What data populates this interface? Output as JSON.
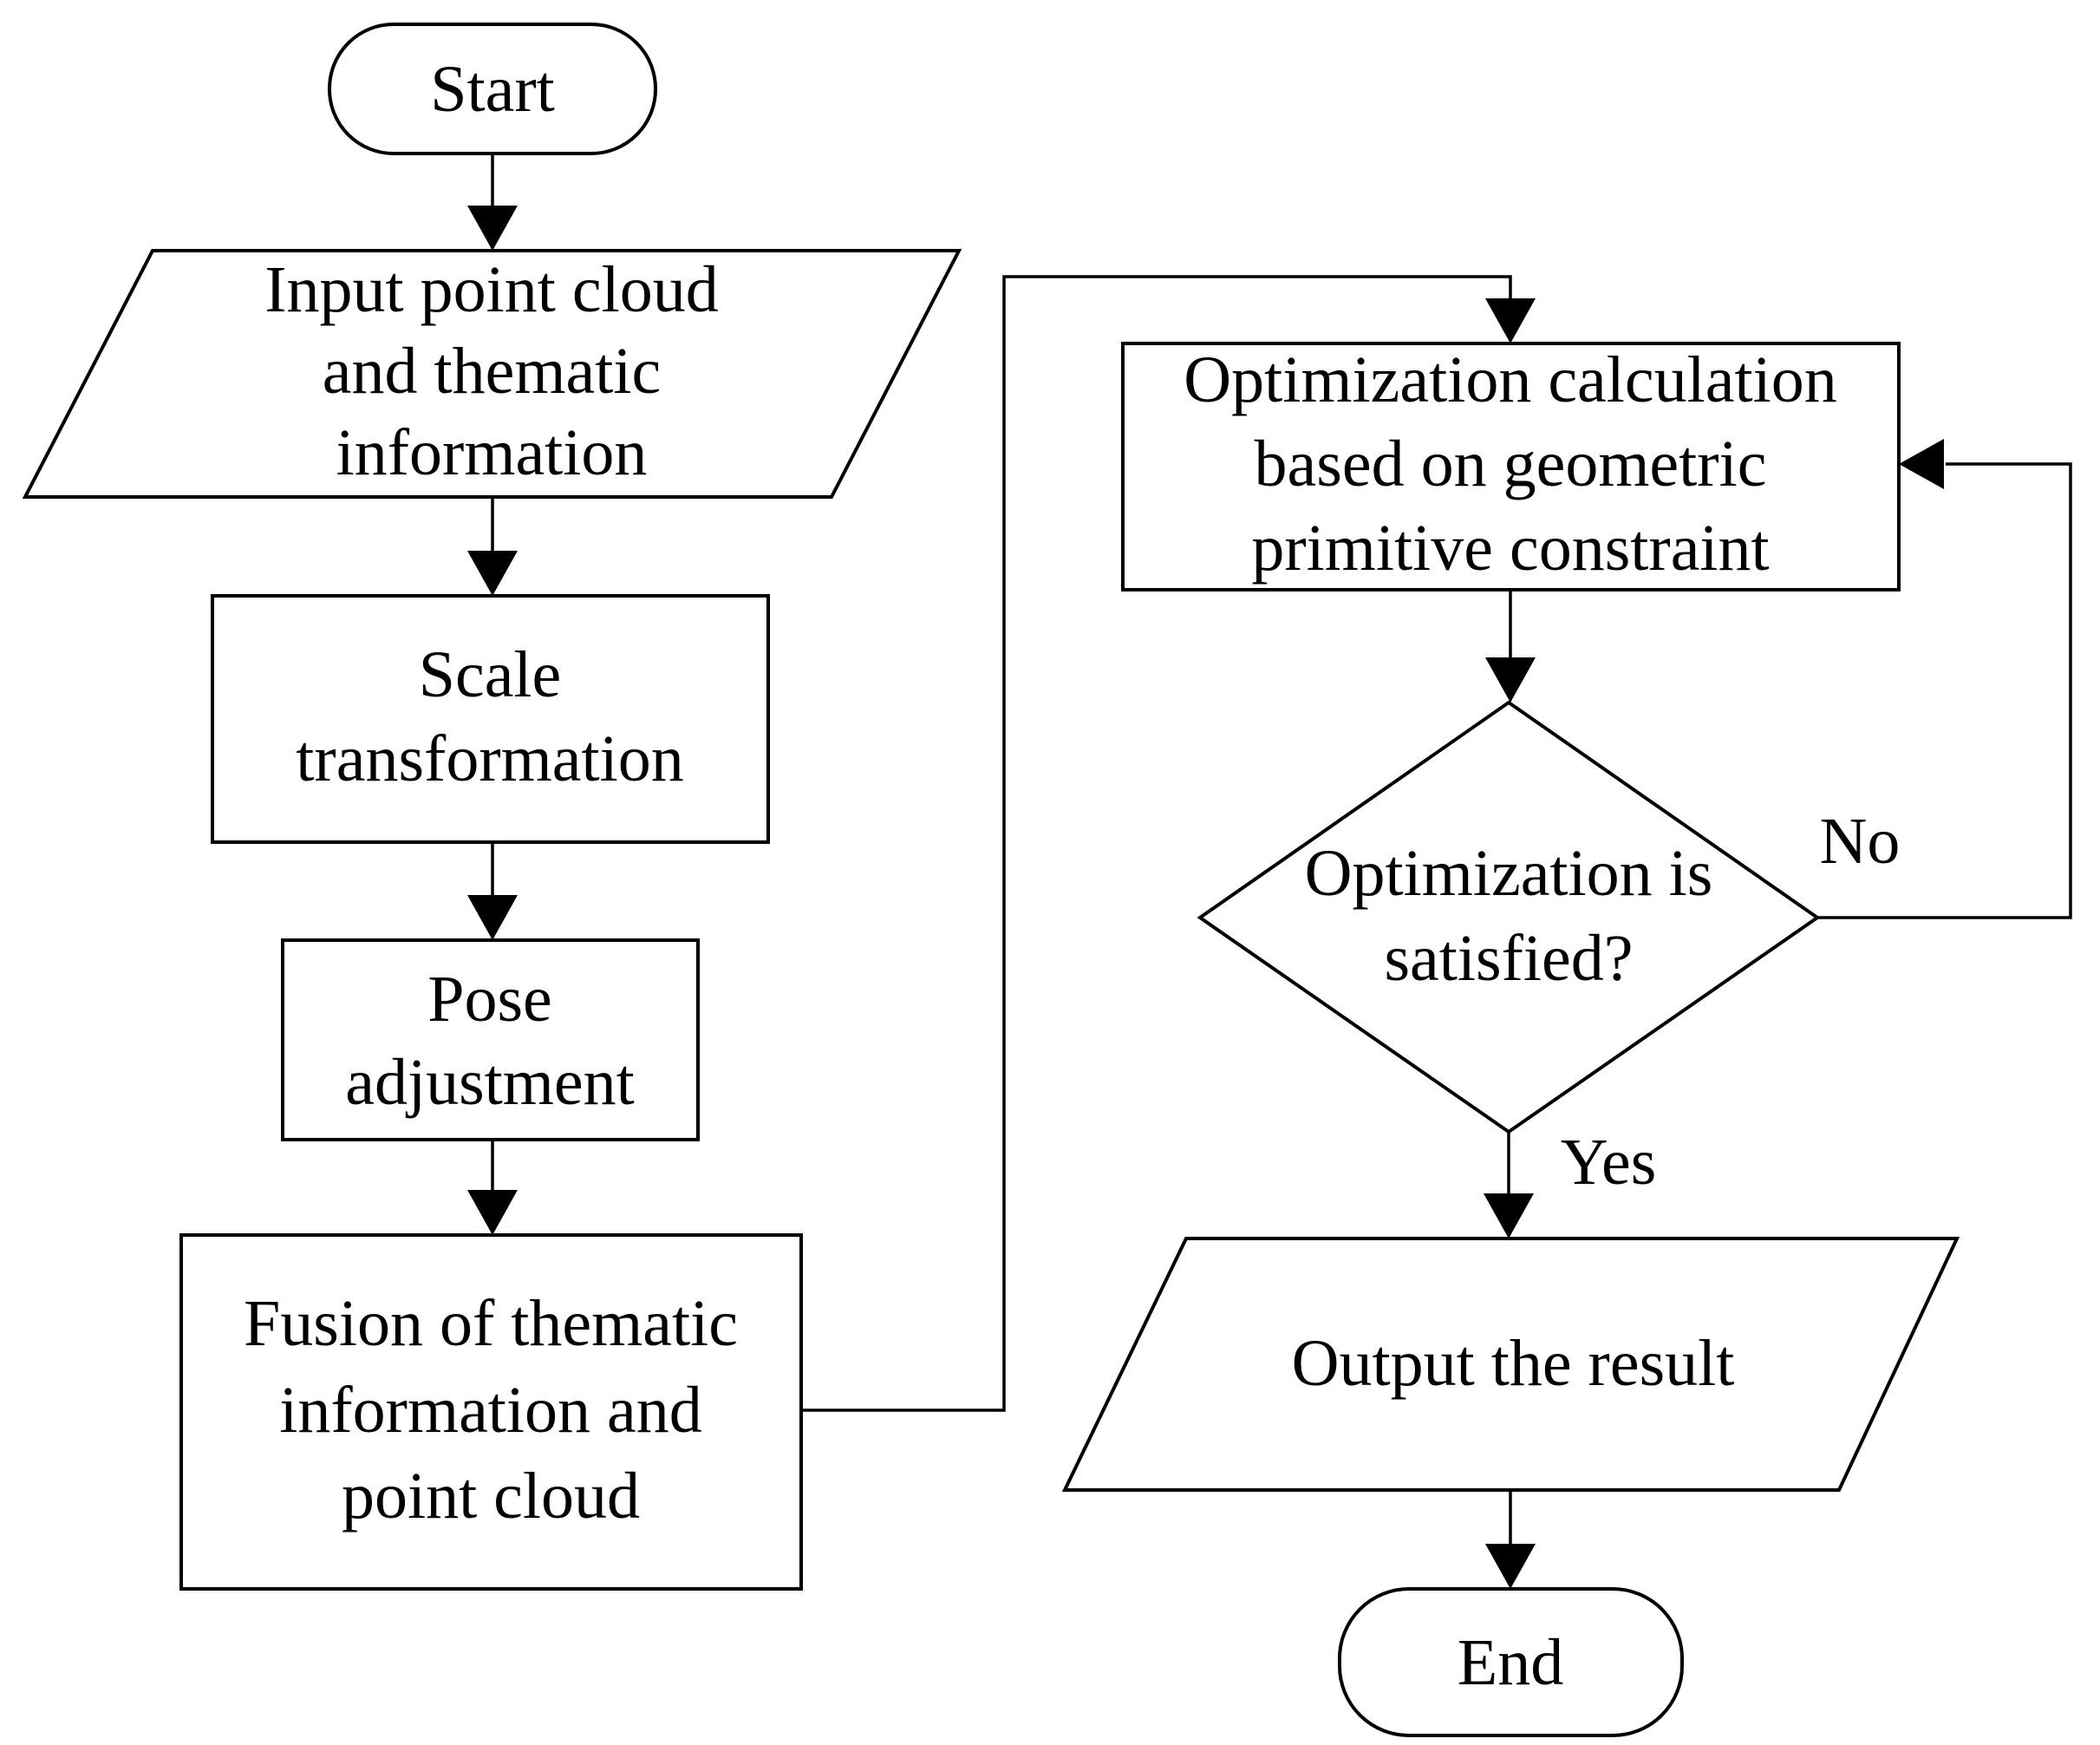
{
  "figure": {
    "background_color": "#ffffff",
    "line_color": "#000000",
    "type": "flowchart"
  },
  "nodes": {
    "start": {
      "shape": "terminator",
      "label": "Start"
    },
    "input": {
      "shape": "data-parallelogram",
      "lines": [
        "Input point cloud",
        "and thematic",
        "information"
      ]
    },
    "scale": {
      "shape": "process",
      "lines": [
        "Scale",
        "transformation"
      ]
    },
    "pose": {
      "shape": "process",
      "lines": [
        "Pose",
        "adjustment"
      ]
    },
    "fusion": {
      "shape": "process",
      "lines": [
        "Fusion of thematic",
        "information and",
        "point cloud"
      ]
    },
    "optimization": {
      "shape": "process",
      "lines": [
        "Optimization calculation",
        "based on geometric",
        "primitive constraint"
      ]
    },
    "decision": {
      "shape": "decision-diamond",
      "lines": [
        "Optimization is",
        "satisfied?"
      ]
    },
    "output": {
      "shape": "data-parallelogram",
      "label": "Output the result"
    },
    "end": {
      "shape": "terminator",
      "label": "End"
    }
  },
  "edge_labels": {
    "no": "No",
    "yes": "Yes"
  }
}
